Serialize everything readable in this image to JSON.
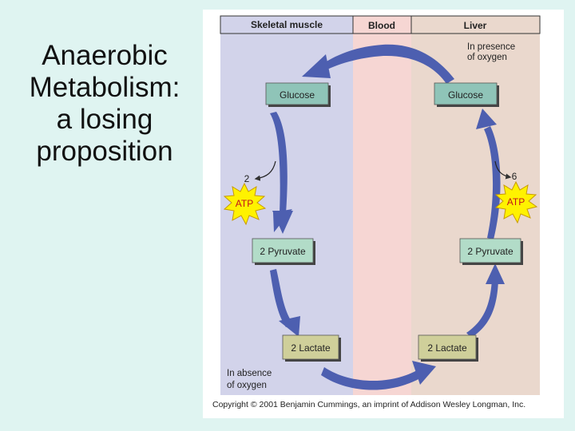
{
  "slide": {
    "title_lines": [
      "Anaerobic",
      "Metabolism:",
      "a losing",
      "proposition"
    ]
  },
  "figure": {
    "columns": [
      "Skeletal muscle",
      "Blood",
      "Liver"
    ],
    "colors": {
      "muscle_bg": "#d2d3ea",
      "blood_bg": "#f6d6d3",
      "liver_bg": "#ead8cd",
      "arrow": "#4d5fb0",
      "teal_box": "#8fc4b8",
      "pyruvate_box": "#b2dcc8",
      "lactate_box": "#cfcf9a",
      "atp_fill": "#fff200"
    },
    "muscle": {
      "glucose": "Glucose",
      "atp_count": "2",
      "atp": "ATP",
      "pyruvate": "2 Pyruvate",
      "lactate": "2 Lactate",
      "note_lines": [
        "In absence",
        "of oxygen"
      ]
    },
    "liver": {
      "glucose": "Glucose",
      "atp_count": "6",
      "atp": "ATP",
      "pyruvate": "2 Pyruvate",
      "lactate": "2 Lactate",
      "note_lines": [
        "In presence",
        "of oxygen"
      ]
    },
    "copyright": "Copyright © 2001 Benjamin Cummings, an imprint of Addison Wesley Longman, Inc."
  }
}
